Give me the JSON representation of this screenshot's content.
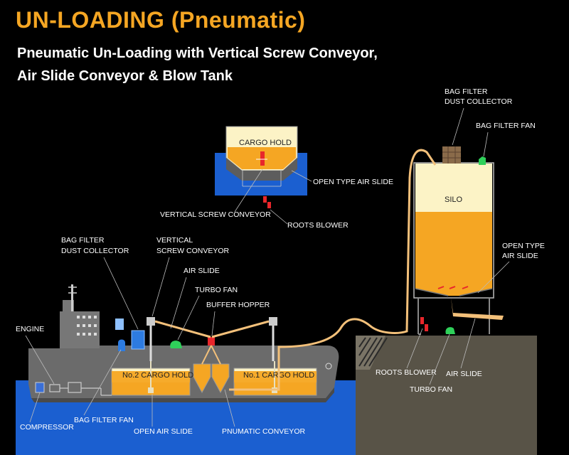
{
  "title": "UN-LOADING (Pneumatic)",
  "subtitle_line1": "Pneumatic Un-Loading with Vertical Screw Conveyor,",
  "subtitle_line2": "Air Slide Conveyor & Blow Tank",
  "colors": {
    "orange": "#f5a623",
    "water": "#1b5fd0",
    "hull": "#6b6b6b",
    "ground": "#585347",
    "cream": "#fcf3c6",
    "pipe": "#f3c07a",
    "fan_green": "#2fd05a",
    "blower_red": "#e8262b"
  },
  "inset": {
    "cargo_hold": "CARGO HOLD",
    "open_type_air_slide": "OPEN TYPE AIR SLIDE",
    "vertical_screw_conveyor": "VERTICAL SCREW CONVEYOR",
    "roots_blower": "ROOTS BLOWER"
  },
  "silo": {
    "label": "SILO",
    "bag_filter_dust_collector_1": "BAG FILTER",
    "bag_filter_dust_collector_2": "DUST COLLECTOR",
    "bag_filter_fan": "BAG FILTER FAN",
    "open_type_air_slide_1": "OPEN TYPE",
    "open_type_air_slide_2": "AIR SLIDE",
    "roots_blower": "ROOTS BLOWER",
    "air_slide": "AIR SLIDE",
    "turbo_fan": "TURBO FAN"
  },
  "ship": {
    "bag_filter_dust_collector_1": "BAG  FILTER",
    "bag_filter_dust_collector_2": "DUST COLLECTOR",
    "vertical_screw_conveyor_1": "VERTICAL",
    "vertical_screw_conveyor_2": "SCREW CONVEYOR",
    "air_slide": "AIR SLIDE",
    "turbo_fan": "TURBO FAN",
    "buffer_hopper": "BUFFER HOPPER",
    "engine": "ENGINE",
    "no2_cargo_hold": "No.2 CARGO HOLD",
    "no1_cargo_hold": "No.1 CARGO HOLD",
    "compressor": "COMPRESSOR",
    "bag_filter_fan": "BAG FILTER FAN",
    "open_air_slide": "OPEN AIR SLIDE",
    "pneumatic_conveyor": "PNUMATIC CONVEYOR"
  }
}
